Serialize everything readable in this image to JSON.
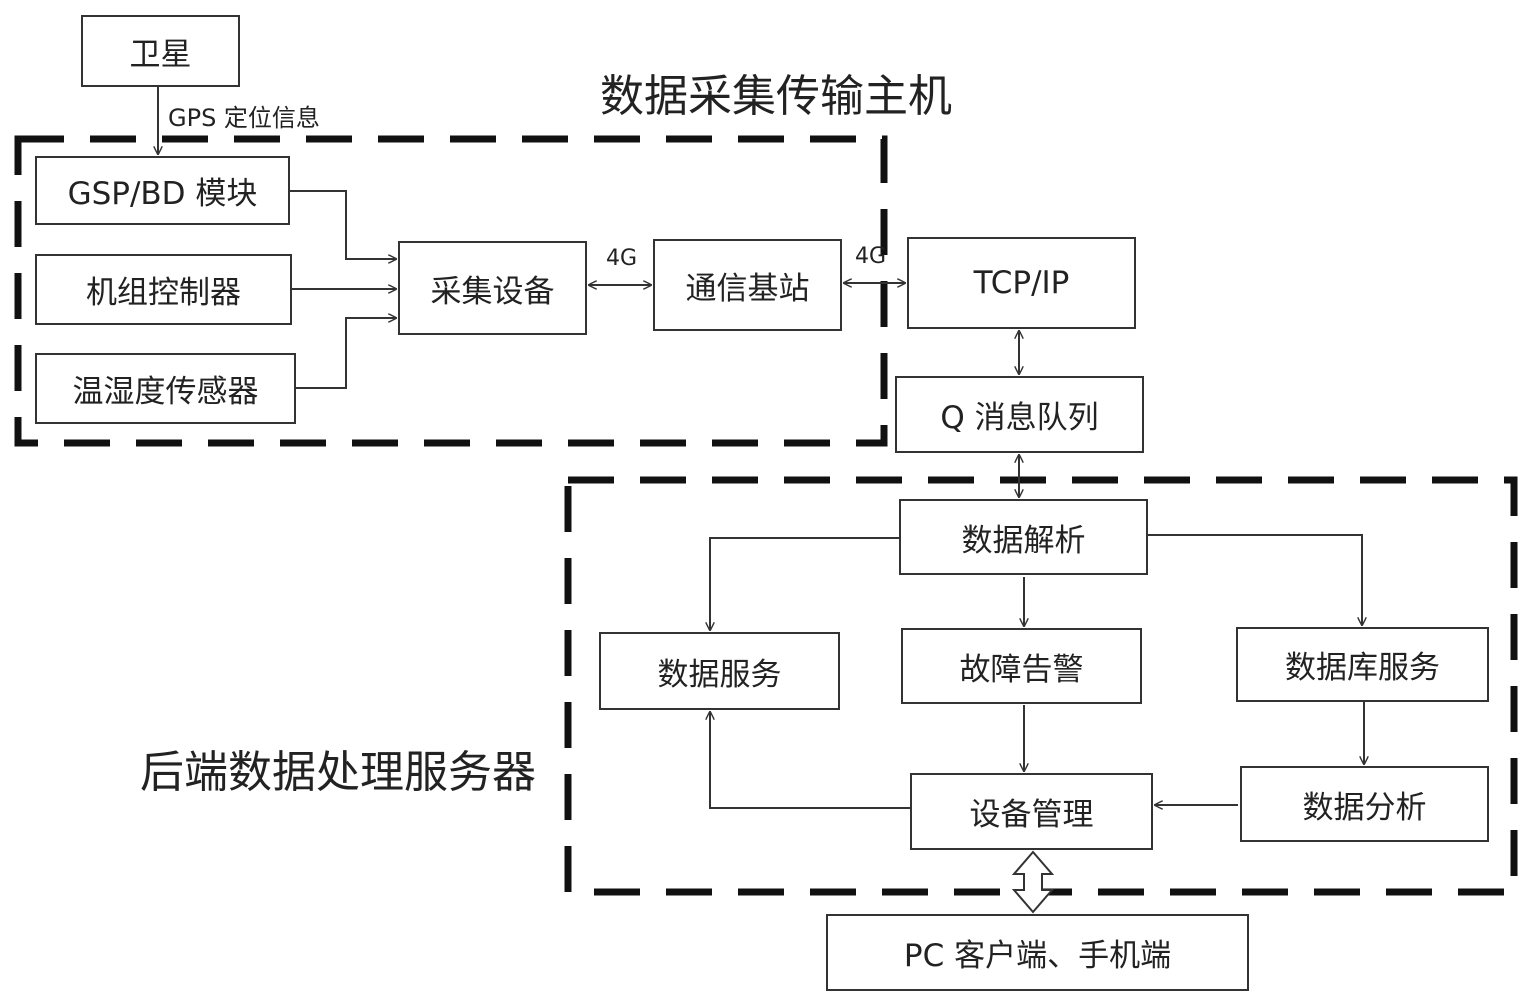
{
  "groups": {
    "host": "数据采集传输主机",
    "server": "后端数据处理服务器"
  },
  "nodes": {
    "satellite": "卫星",
    "gsp_bd": "GSP/BD 模块",
    "unit_controller": "机组控制器",
    "temp_humidity": "温湿度传感器",
    "collector": "采集设备",
    "base_station": "通信基站",
    "tcp_ip": "TCP/IP",
    "mq": "Q 消息队列",
    "parse": "数据解析",
    "data_service": "数据服务",
    "fault_alarm": "故障告警",
    "db_service": "数据库服务",
    "device_mgmt": "设备管理",
    "data_analysis": "数据分析",
    "client": "PC 客户端、手机端"
  },
  "edges": {
    "gps_info": "GPS 定位信息",
    "link_4g_a": "4G",
    "link_4g_b": "4G"
  },
  "colors": {
    "line": "#333333",
    "background": "#ffffff"
  }
}
